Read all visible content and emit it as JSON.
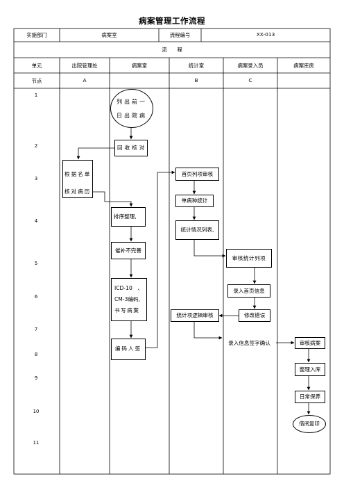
{
  "title": "病案管理工作流程",
  "header": {
    "dept_label": "实施部门",
    "dept_value": "病案室",
    "code_label": "流程编号",
    "code_value": "XX-013",
    "flow_label": "流　　程"
  },
  "columns": {
    "unit_label": "单元",
    "node_label": "节点",
    "lanes": [
      "出院管理处",
      "病案室",
      "统计室",
      "病案录入员",
      "病案库房"
    ],
    "lane_codes": [
      "A",
      "",
      "B",
      "C",
      ""
    ]
  },
  "rows": [
    "1",
    "2",
    "3",
    "4",
    "5",
    "6",
    "7",
    "8",
    "9",
    "10",
    "11"
  ],
  "steps": {
    "start": [
      "列出前一",
      "日出院病"
    ],
    "recover": "回收核对",
    "by_list": [
      "根据名单",
      "核对病历"
    ],
    "sort": "排序整理,",
    "supplement": "催补不完善",
    "icd": [
      "ICD-10　、",
      "CM-3编码,",
      "书写病案"
    ],
    "code_sign": "编码人签",
    "first_page_review": "首页列项审核",
    "single_disease": "单病种统计",
    "stat_list": "统计情况列表,",
    "review_stat": "审核统计列项",
    "enter_first": "录入首页信息",
    "fix_errors": "修改错误",
    "logic_review": "统计项逻辑审核",
    "enter_sign": "录入信息签字确认",
    "review_case": "审核病案",
    "organize_store": "整理入库",
    "daily_keep": "日常保养",
    "borrow_copy": "借阅复印"
  }
}
